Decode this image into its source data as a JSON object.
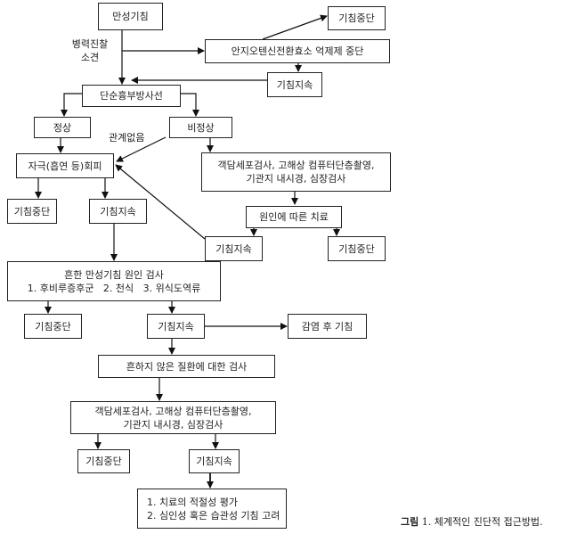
{
  "nodes": {
    "chronic_cough": "만성기침",
    "stop_top": "기침중단",
    "ace_stop": "안지오텐신전환효소 억제제 중단",
    "persist_top": "기침지속",
    "chest_xray": "단순흉부방사선",
    "normal": "정상",
    "abnormal": "비정상",
    "avoid_irritant": "자극(흡연 등)회피",
    "tests_1": [
      "객담세포검사, 고해상 컴퓨터단층촬영,",
      "기관지 내시경, 심장검사"
    ],
    "stop_left": "기침중단",
    "persist_left": "기침지속",
    "cause_treatment": "원인에 따른 치료",
    "persist_mid": "기침지속",
    "stop_right": "기침중단",
    "common_causes": [
      "흔한 만성기침 원인 검사",
      "1. 후비루증후군   2. 천식   3. 위식도역류"
    ],
    "stop_row4": "기침중단",
    "persist_row4": "기침지속",
    "postinfectious": "감염 후 기침",
    "uncommon": "흔하지 않은 질환에 대한 검사",
    "tests_2": [
      "객담세포검사, 고해상 컴퓨터단층촬영,",
      "기관지 내시경, 심장검사"
    ],
    "stop_row6": "기침중단",
    "persist_row6": "기침지속",
    "final": [
      "1. 치료의 적절성 평가",
      "2. 심인성 혹은 습관성 기침 고려"
    ]
  },
  "labels": {
    "history": [
      "병력진찰",
      "소견"
    ],
    "unrelated": "관계없음"
  },
  "caption": {
    "prefix": "그림",
    "text": "1. 체계적인 진단적 접근방법."
  }
}
